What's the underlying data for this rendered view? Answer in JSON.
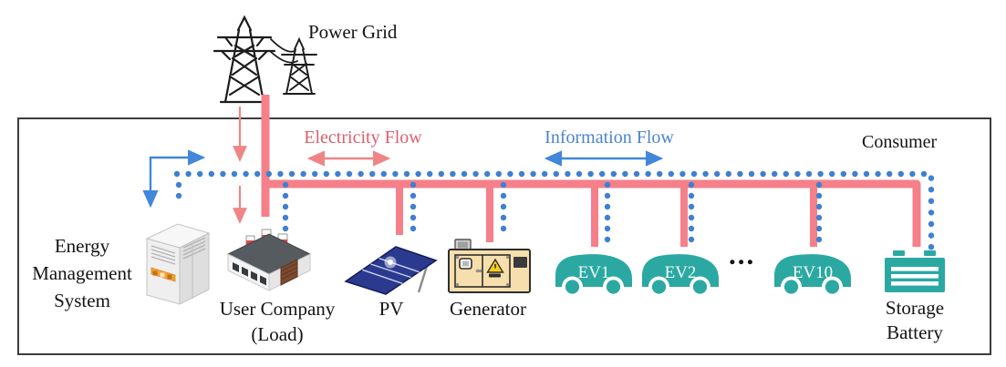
{
  "title": "Microgrid energy / information flow diagram",
  "palette": {
    "pink": "#F5808A",
    "pink-soft": "#F08585",
    "rose-text": "#DD5F6D",
    "blue": "#4187DB",
    "blue-text": "#4A85C9",
    "dot-blue": "#3F80D0",
    "teal": "#2BA8A2",
    "ink": "#141414",
    "border": "#3C3C3C"
  },
  "power_grid": {
    "label": "Power Grid"
  },
  "consumer": {
    "label": "Consumer"
  },
  "legend": {
    "electricity": "Electricity Flow",
    "information": "Information Flow"
  },
  "nodes": {
    "ems": {
      "lines": [
        "Energy",
        "Management",
        "System"
      ]
    },
    "user_company": {
      "lines": [
        "User Company",
        "(Load)"
      ]
    },
    "pv": {
      "label": "PV"
    },
    "generator": {
      "label": "Generator"
    },
    "ev1": {
      "label": "EV1"
    },
    "ev2": {
      "label": "EV2"
    },
    "ev10": {
      "label": "EV10"
    },
    "ellipsis": "...",
    "storage_battery": {
      "lines": [
        "Storage",
        "Battery"
      ]
    }
  }
}
